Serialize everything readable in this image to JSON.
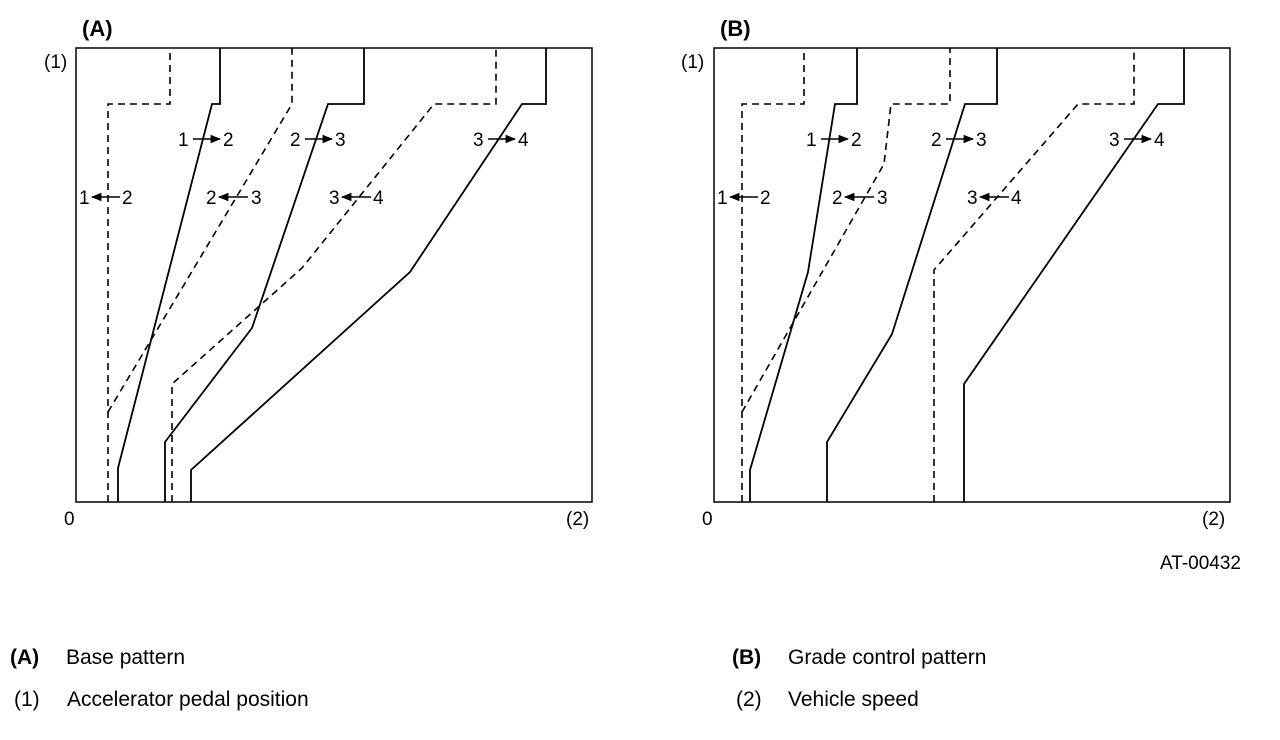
{
  "panels": [
    {
      "title": "(A)",
      "y_axis_marker": "(1)",
      "x_axis_marker": "(2)",
      "origin_label": "0",
      "labels": [
        "1",
        "2",
        "2",
        "3",
        "3",
        "4",
        "1",
        "2",
        "2",
        "3",
        "3",
        "4"
      ]
    },
    {
      "title": "(B)",
      "y_axis_marker": "(1)",
      "x_axis_marker": "(2)",
      "origin_label": "0",
      "labels": [
        "1",
        "2",
        "2",
        "3",
        "3",
        "4",
        "1",
        "2",
        "2",
        "3",
        "3",
        "4"
      ]
    }
  ],
  "doc_id": "AT-00432",
  "legend": [
    {
      "key": "(A)",
      "text": "Base pattern"
    },
    {
      "key": "(B)",
      "text": "Grade control pattern"
    },
    {
      "key": "(1)",
      "text": "Accelerator pedal position"
    },
    {
      "key": "(2)",
      "text": "Vehicle speed"
    }
  ]
}
